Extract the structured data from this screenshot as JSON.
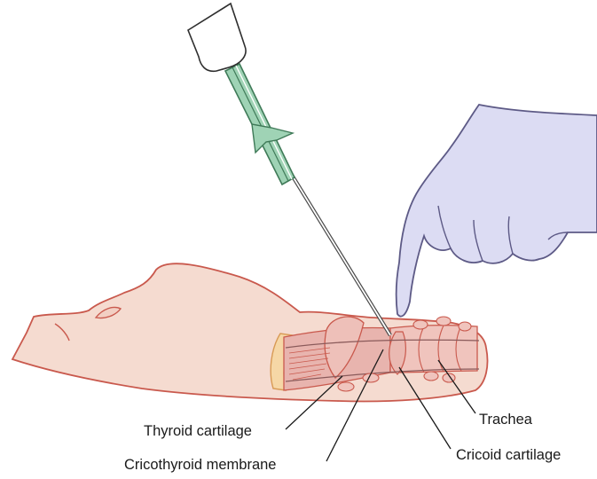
{
  "labels": {
    "thyroid_cartilage": "Thyroid cartilage",
    "cricothyroid_membrane": "Cricothyroid membrane",
    "trachea": "Trachea",
    "cricoid_cartilage": "Cricoid cartilage"
  },
  "colors": {
    "skin": "#f5dbd0",
    "skin_outline": "#c9594d",
    "glove": "#dcdcf3",
    "glove_outline": "#5d5a86",
    "catheter": "#9fd3b5",
    "catheter_outline": "#3f7a58",
    "larynx": "#e8b4ae",
    "thyroid_edge": "#f6d7a6"
  }
}
